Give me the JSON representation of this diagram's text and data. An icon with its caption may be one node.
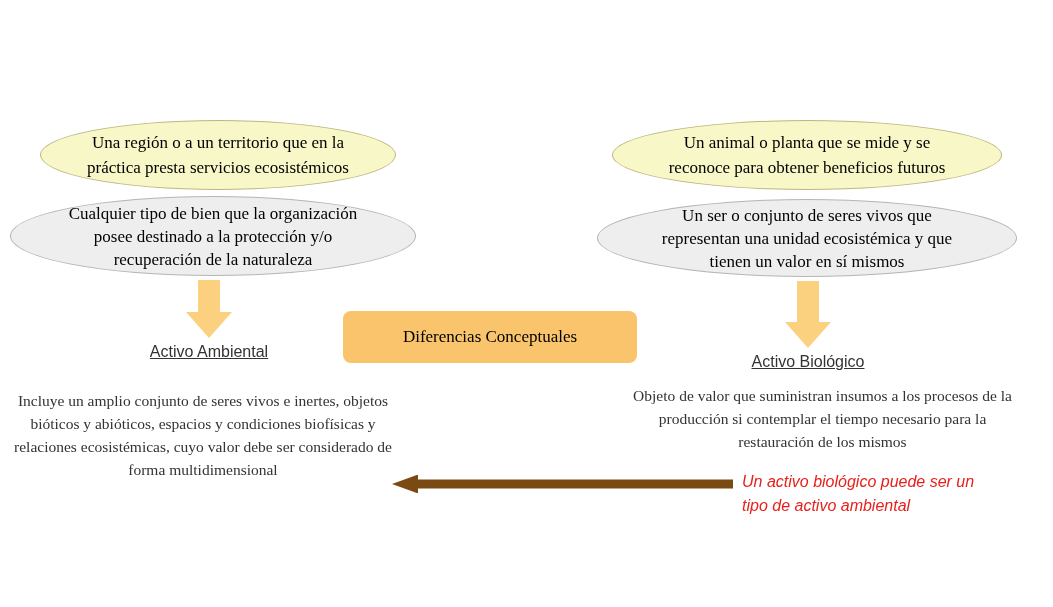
{
  "diagram": {
    "nodes": [
      {
        "text": [
          "Una región o a un territorio que en la práctica presta servicios ecosistémicos"
        ]
      },
      {
        "text": [
          "Cualquier tipo de bien que la organización posee destinado a la protección y/o recuperación de la naturaleza"
        ]
      },
      {
        "text": [
          "Activo Ambiental"
        ]
      },
      {
        "text": [
          "Incluye un amplio conjunto de seres vivos e inertes, objetos bióticos y abióticos, espacios y condiciones biofísicas y relaciones ecosistémicas, cuyo valor debe ser considerado de forma multidimensional"
        ]
      },
      {
        "text": [
          "Diferencias Conceptuales"
        ]
      },
      {
        "text": [
          "Un animal o planta que se mide y se reconoce para obtener beneficios futuros"
        ]
      },
      {
        "text": [
          "Un ser o conjunto de seres vivos que representan una unidad ecosistémica y que tienen un valor en sí mismos"
        ]
      },
      {
        "text": [
          "Activo Biológico"
        ]
      },
      {
        "text": [
          "Objeto de valor que suministran insumos a los procesos de la producción si contemplar el tiempo necesario para la restauración de los mismos"
        ]
      },
      {
        "text": [
          "Un activo biológico puede ser un tipo de activo ambiental"
        ]
      }
    ],
    "edges": [
      {
        "from": 1,
        "to": 2,
        "arrow": "to",
        "color": "#fbd07f"
      },
      {
        "from": 6,
        "to": 7,
        "arrow": "to",
        "color": "#fbd07f"
      },
      {
        "from": 9,
        "to": 3,
        "arrow": "to",
        "color": "#7b4a12"
      }
    ]
  }
}
